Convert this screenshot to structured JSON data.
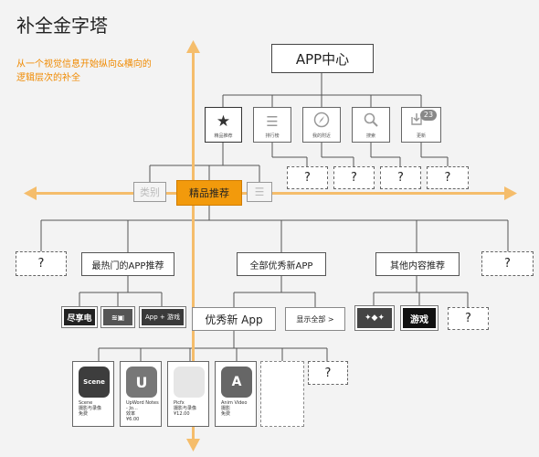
{
  "title": "补全金字塔",
  "subtitle": [
    "从一个视觉信息开始纵向&横向的",
    "逻辑层次的补全"
  ],
  "root": "APP中心",
  "level1": [
    {
      "label": "精品推荐",
      "icon": "star-icon"
    },
    {
      "label": "排行榜",
      "icon": "list-icon"
    },
    {
      "label": "我的附近",
      "icon": "compass-icon"
    },
    {
      "label": "搜索",
      "icon": "search-icon"
    },
    {
      "label": "更新",
      "icon": "download-icon",
      "badge": "23"
    }
  ],
  "level2": {
    "left": "类别",
    "center": "精品推荐"
  },
  "placeholder": "?",
  "sections": [
    "最热门的APP推荐",
    "全部优秀新APP",
    "其他内容推荐"
  ],
  "hot_banners": [
    "尽享电",
    "",
    "App + 游戏"
  ],
  "new_app": {
    "title": "优秀新 App",
    "show_all": "显示全部 >"
  },
  "other_banners": [
    "",
    "游戏"
  ],
  "apps": [
    {
      "icon_text": "Scene",
      "name": "Scene",
      "cat": "摄影与录像",
      "price": "免费"
    },
    {
      "icon_text": "U",
      "name": "UpWord Notes - Jo…",
      "cat": "效率",
      "price": "¥6.00"
    },
    {
      "icon_text": "",
      "name": "Picfx",
      "cat": "摄影与录像",
      "price": "¥12.00"
    },
    {
      "icon_text": "A",
      "name": "Anim Video",
      "cat": "摄影",
      "price": "免费"
    }
  ],
  "colors": {
    "accent": "#f29a0c",
    "arrow": "#f5bd6b",
    "background": "#f3f3f3",
    "subtitle": "#f08a00"
  }
}
